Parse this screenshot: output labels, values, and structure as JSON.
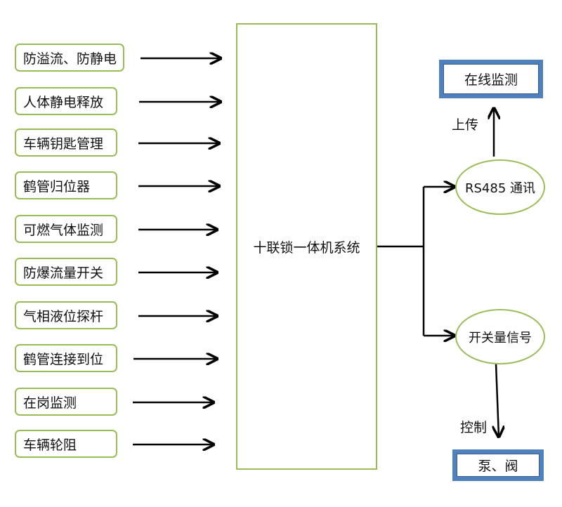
{
  "inputs": [
    "防溢流、防静电",
    "人体静电释放",
    "车辆钥匙管理",
    "鹤管归位器",
    "可燃气体监测",
    "防爆流量开关",
    "气相液位探杆",
    "鹤管连接到位",
    "在岗监测",
    "车辆轮阻"
  ],
  "central": "十联锁一体机系统",
  "rs485": "RS485 通讯",
  "switch_signal": "开关量信号",
  "online": "在线监测",
  "pump": "泵、阀",
  "upload": "上传",
  "control": "控制",
  "colors": {
    "box_border": "#9bbb59",
    "outbox_fill": "#4f81bd",
    "arrow": "#000000"
  }
}
